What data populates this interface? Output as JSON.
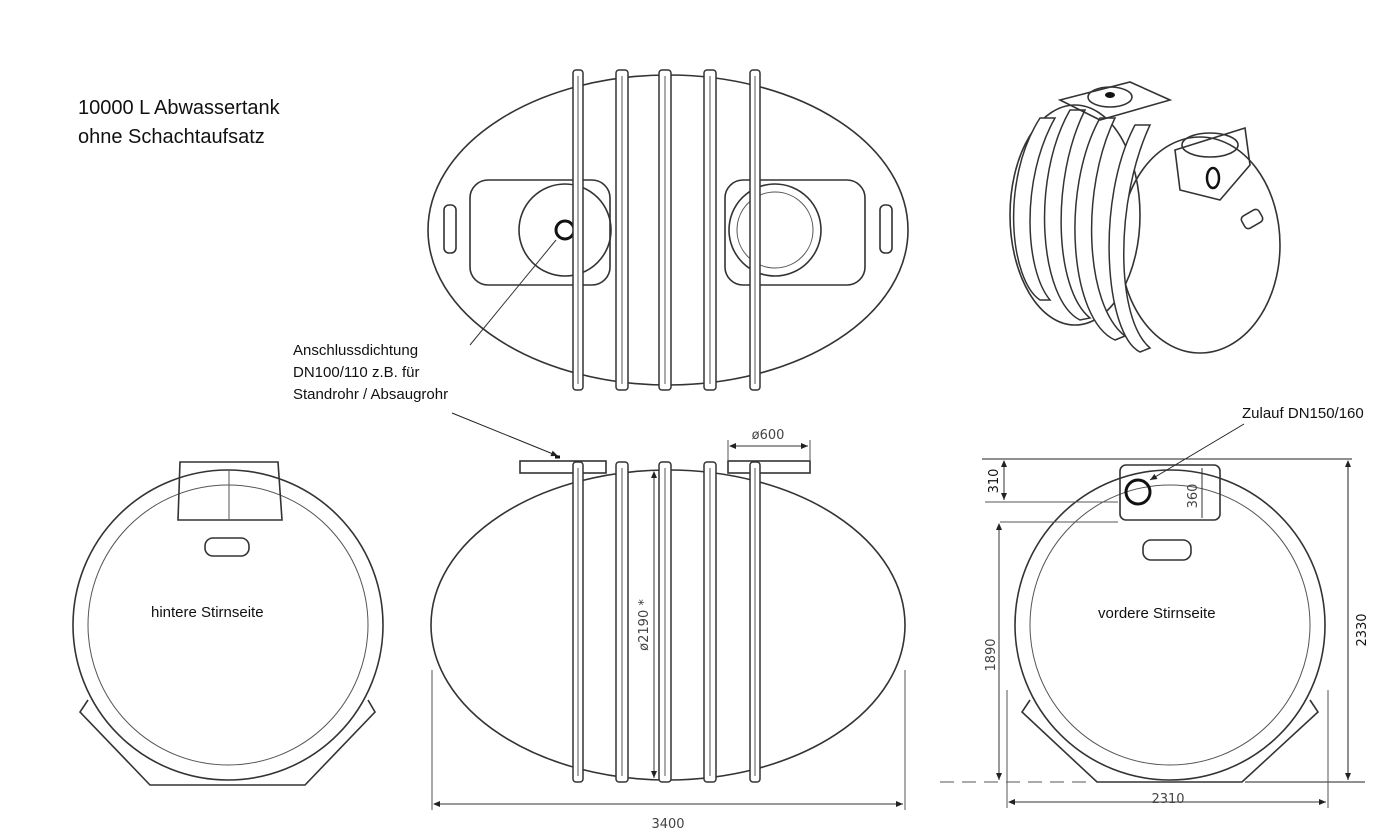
{
  "title": {
    "line1": "10000 L Abwassertank",
    "line2": "ohne Schachtaufsatz"
  },
  "annotations": {
    "seal": {
      "line1": "Anschlussdichtung",
      "line2": "DN100/110 z.B. für",
      "line3": "Standrohr / Absaugrohr"
    },
    "inlet": "Zulauf DN150/160",
    "rear_end": "hintere Stirnseite",
    "front_end": "vordere Stirnseite"
  },
  "dimensions": {
    "length": "3400",
    "diameter": "ø2190 *",
    "manhole": "ø600",
    "width": "2310",
    "height": "2330",
    "inlet_height": "1890",
    "top_offset": "310",
    "dome_height": "360"
  }
}
